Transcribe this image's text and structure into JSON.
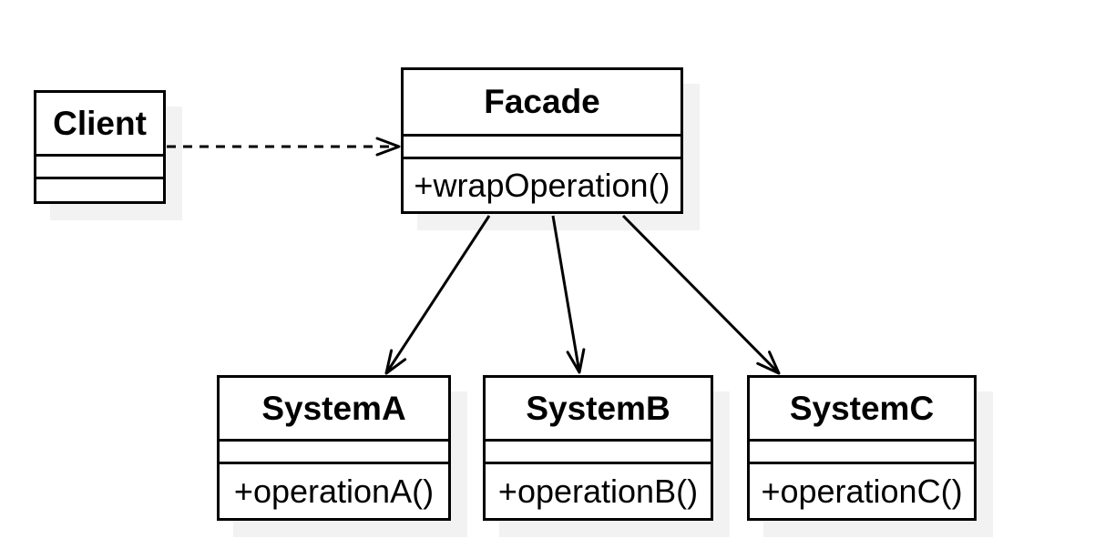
{
  "diagram": {
    "kind": "uml-class-diagram",
    "pattern_name": "Facade",
    "background_color": "#ffffff",
    "line_color": "#000000",
    "box_fill_color": "#ffffff",
    "shadow_color": "#f2f2f2",
    "classes": [
      {
        "name": "Client",
        "attributes_text": "",
        "methods_text": ""
      },
      {
        "name": "Facade",
        "attributes_text": "",
        "methods_text": "+wrapOperation()"
      },
      {
        "name": "SystemA",
        "attributes_text": "",
        "methods_text": "+operationA()"
      },
      {
        "name": "SystemB",
        "attributes_text": "",
        "methods_text": "+operationB()"
      },
      {
        "name": "SystemC",
        "attributes_text": "",
        "methods_text": "+operationC()"
      }
    ],
    "relationships": [
      {
        "from": "Client",
        "to": "Facade",
        "line_style": "dashed",
        "arrowhead": "open",
        "type": "dependency"
      },
      {
        "from": "Facade",
        "to": "SystemA",
        "line_style": "solid",
        "arrowhead": "open",
        "type": "directed-association"
      },
      {
        "from": "Facade",
        "to": "SystemB",
        "line_style": "solid",
        "arrowhead": "open",
        "type": "directed-association"
      },
      {
        "from": "Facade",
        "to": "SystemC",
        "line_style": "solid",
        "arrowhead": "open",
        "type": "directed-association"
      }
    ]
  }
}
